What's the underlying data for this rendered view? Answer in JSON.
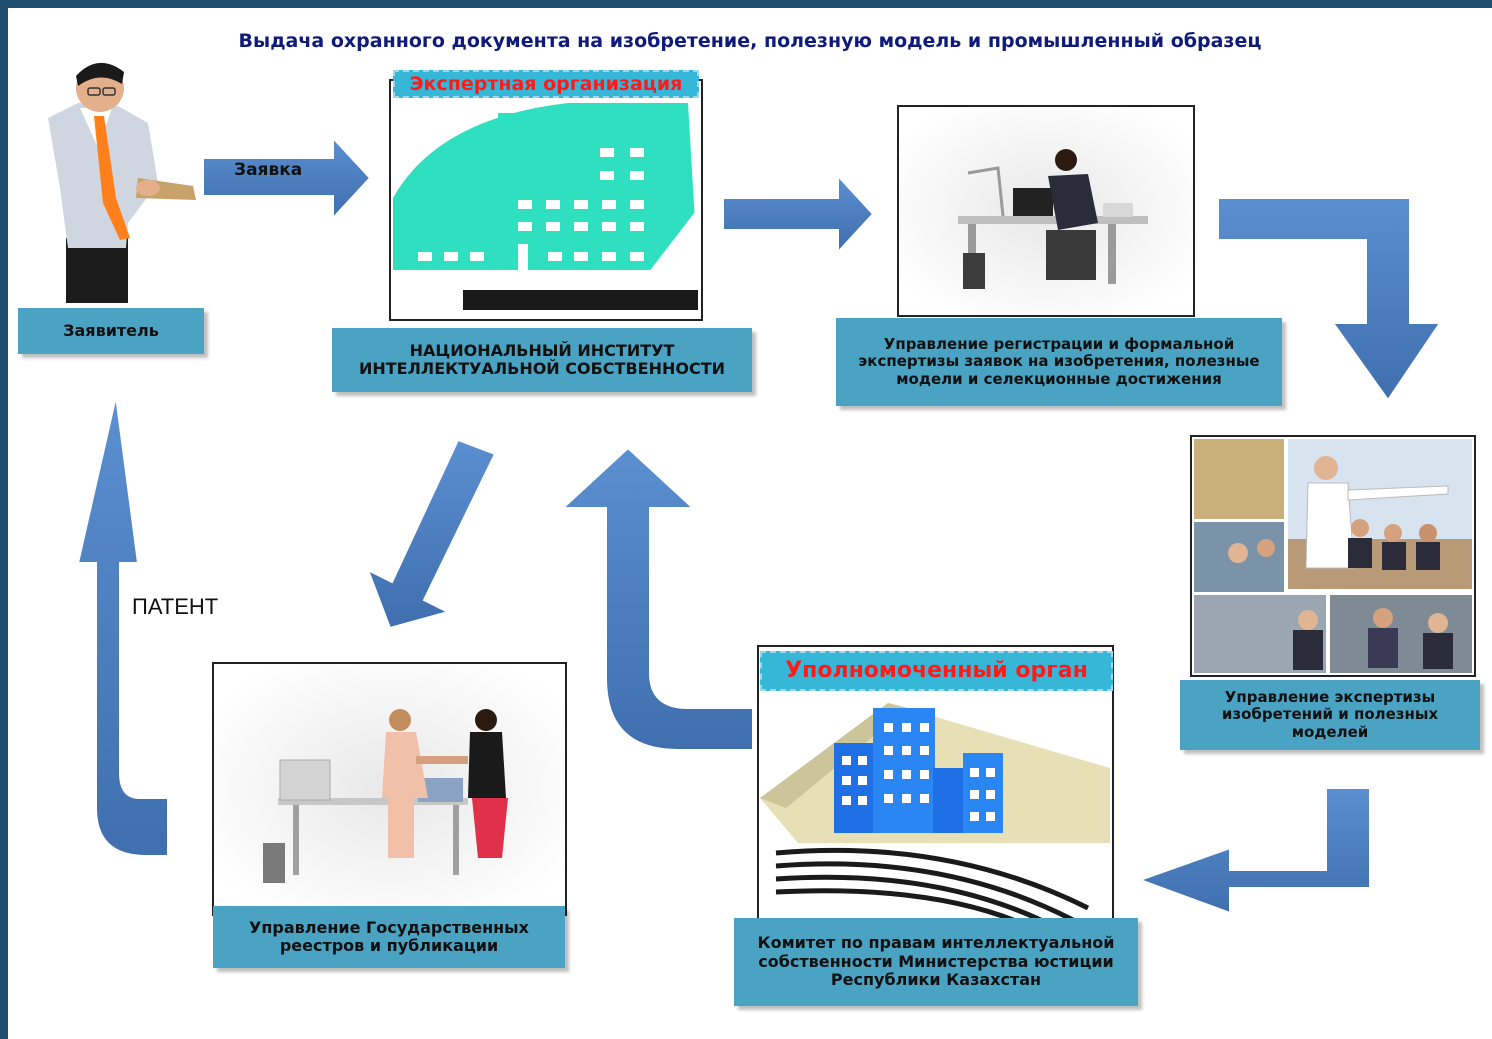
{
  "title": "Выдача охранного документа на изобретение, полезную модель и промышленный образец",
  "applicant": {
    "caption": "Заявитель"
  },
  "application_arrow_label": "Заявка",
  "institute": {
    "badge": "Экспертная организация",
    "caption": "НАЦИОНАЛЬНЫЙ ИНСТИТУТ ИНТЕЛЛЕКТУАЛЬНОЙ СОБСТВЕННОСТИ"
  },
  "registration_dept": {
    "caption": "Управление регистрации и формальной экспертизы заявок на изобретения, полезные модели и селекционные достижения"
  },
  "expertise_dept": {
    "caption": "Управление экспертизы изобретений и полезных моделей"
  },
  "authority": {
    "badge": "Уполномоченный орган",
    "caption": "Комитет по правам интеллектуальной собственности Министерства юстиции Республики Казахстан"
  },
  "registers_dept": {
    "caption": "Управление Государственных реестров и публикации"
  },
  "patent_label": "ПАТЕНТ",
  "colors": {
    "arrow": "#4f81bd",
    "caption_bg": "#4aa3c2",
    "badge_bg": "#36b7d8",
    "badge_text": "#ff1a1a",
    "title_text": "#0f1a7a",
    "institute_building": "#2ee0c0",
    "authority_building": "#1f6fe6"
  }
}
